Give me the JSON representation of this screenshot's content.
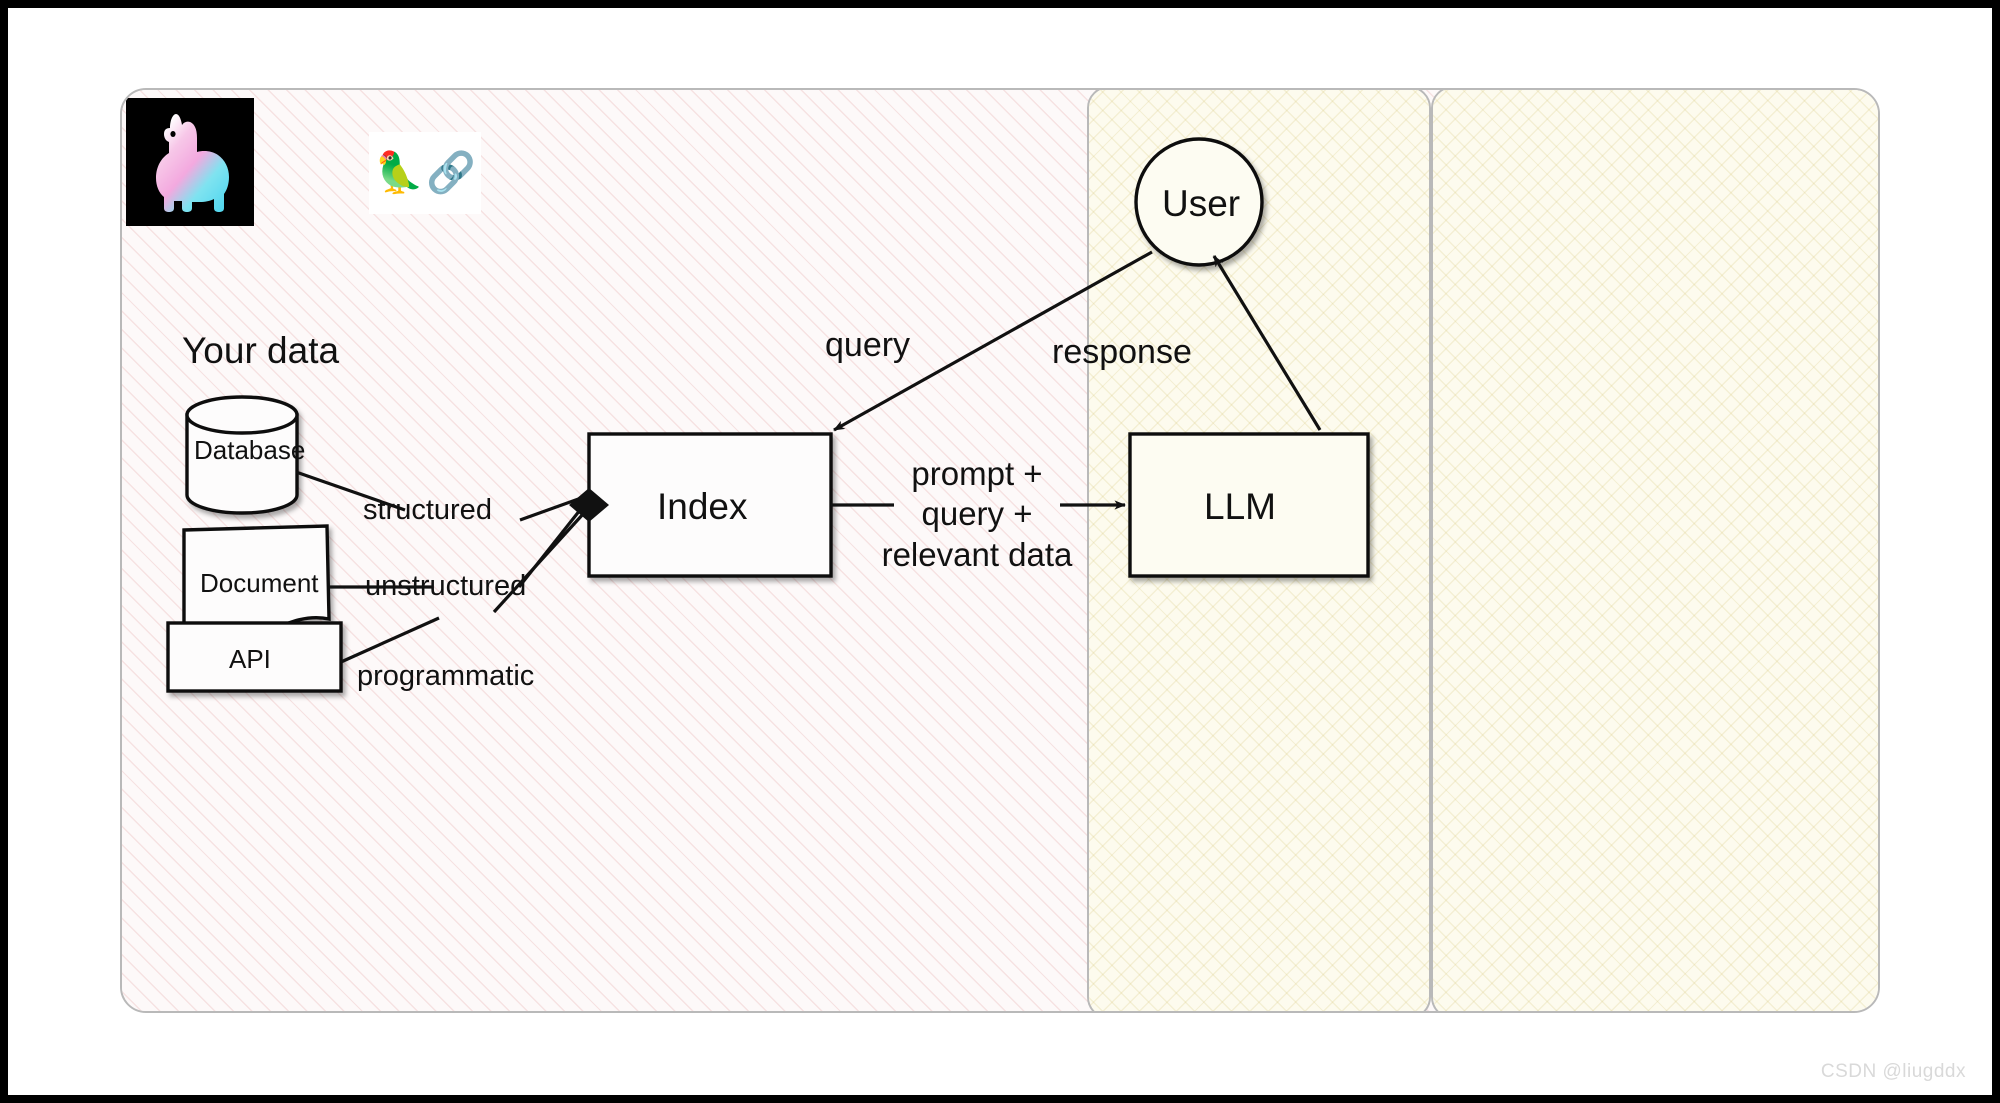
{
  "diagram": {
    "title": "LlamaIndex / LangChain RAG architecture",
    "section_label": "Your data",
    "logos": {
      "llamaindex": "llama-logo",
      "langchain_parrot": "🦜",
      "langchain_chain": "🔗"
    },
    "nodes": {
      "database": "Database",
      "document": "Document",
      "api": "API",
      "index": "Index",
      "user": "User",
      "llm": "LLM"
    },
    "edges": {
      "structured": "structured",
      "unstructured": "unstructured",
      "programmatic": "programmatic",
      "query": "query",
      "response": "response",
      "prompt_line1": "prompt +",
      "prompt_line2": "query +",
      "prompt_line3": "relevant data"
    },
    "watermark": "CSDN @liugddx",
    "colors": {
      "page": "#ffffff",
      "frame": "#000000",
      "card_border": "#b9b9b9",
      "left_panel": "#fdf9f9",
      "cream_panel": "#fdfbee",
      "stroke": "#111111",
      "watermark": "#d9d9d9"
    }
  }
}
